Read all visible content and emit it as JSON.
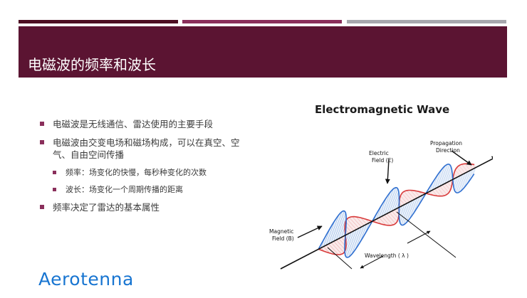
{
  "slide": {
    "title": "电磁波的频率和波长",
    "bullets": [
      {
        "text": "电磁波是无线通信、雷达使用的主要手段"
      },
      {
        "text": "电磁波由交变电场和磁场构成，可以在真空、空气、自由空间传播"
      },
      {
        "text": "频率：场变化的快慢，每秒种变化的次数"
      },
      {
        "text": "波长：场变化一个周期传播的距离"
      },
      {
        "text": "频率决定了雷达的基本属性"
      }
    ]
  },
  "figure": {
    "title": "Electromagnetic  Wave",
    "labels": {
      "electric_1": "Electric",
      "electric_2": "Field (E)",
      "propagation_1": "Propagation",
      "propagation_2": "Direction",
      "magnetic_1": "Magnetic",
      "magnetic_2": "Field (B)",
      "wavelength": "Wavelength ( λ )"
    },
    "colors": {
      "electric": "#2f6fd0",
      "magnetic": "#d83a3a",
      "axis": "#111111"
    }
  },
  "logo": {
    "text": "Aerotenna"
  },
  "theme": {
    "dark": "#5b1432",
    "accent": "#8a2f5b",
    "gray": "#a7a7ad"
  }
}
